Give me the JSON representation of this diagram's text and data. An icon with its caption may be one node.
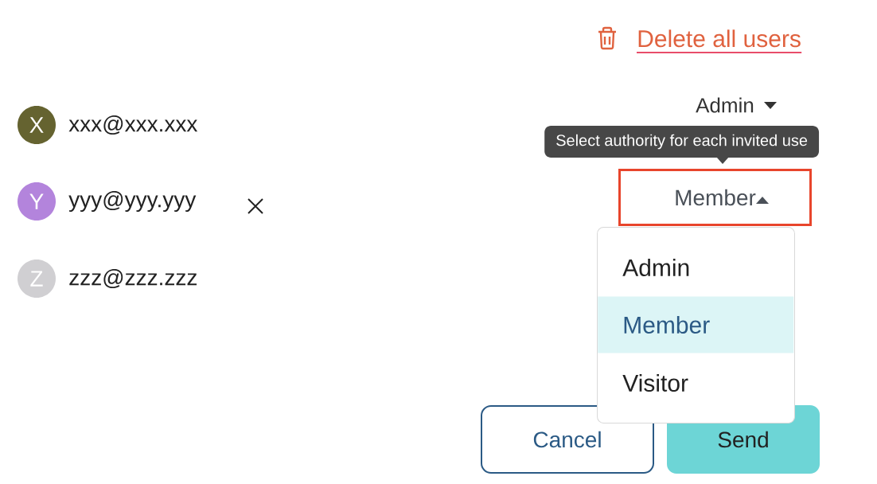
{
  "diagram": {
    "nodes": [
      {
        "text": [
          "X"
        ]
      },
      {
        "text": [
          "Y"
        ]
      },
      {
        "text": [
          "Z"
        ]
      },
      {
        "text": [
          "Select authority for each invited use"
        ]
      },
      {
        "text": [
          "Member"
        ]
      },
      {
        "text": [],
        "shape": "box"
      },
      {
        "text": [
          "Admin"
        ],
        "in": 5
      },
      {
        "text": [
          "Member"
        ],
        "in": 5
      },
      {
        "text": [
          "Visitor"
        ],
        "in": 5
      },
      {
        "text": [
          "Cancel"
        ]
      },
      {
        "text": [
          "Send"
        ]
      }
    ],
    "labels": [
      "Delete all users",
      "xxx@xxx.xxx",
      "Admin",
      "yyy@yyy.yyy",
      "zzz@zzz.zzz"
    ]
  }
}
